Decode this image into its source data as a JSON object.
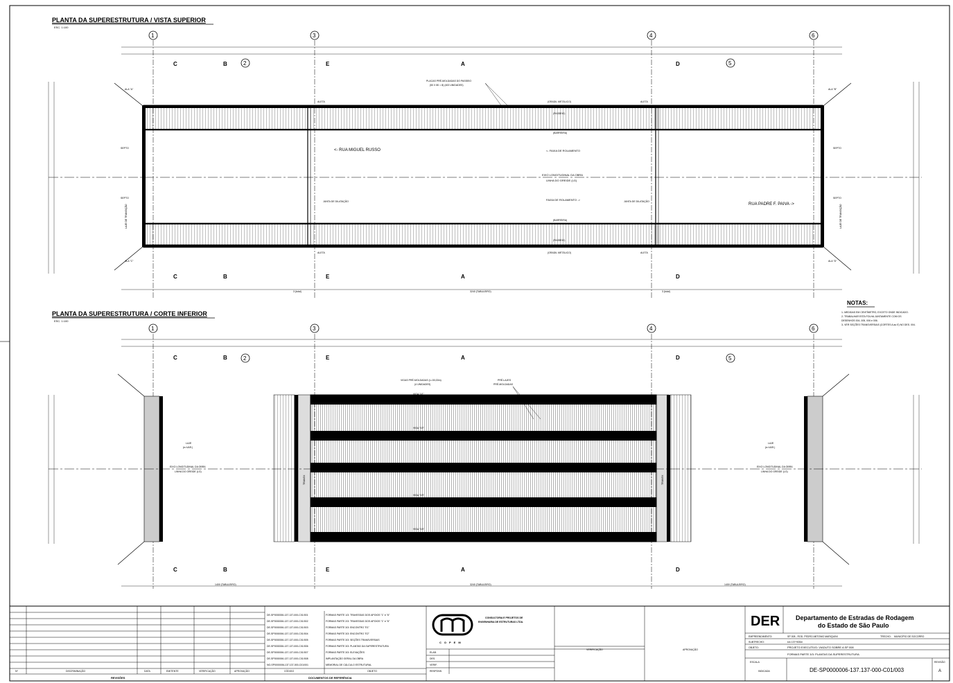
{
  "top_plan": {
    "title": "PLANTA DA SUPERESTRUTURA / VISTA SUPERIOR",
    "scale": "ESC. 1:100",
    "street_left": "<- RUA MIGUEL RUSSO",
    "street_right": "RUA PADRE F. PAIVA ->",
    "lane_left": "<- FAIXA DE ROLAMENTO",
    "lane_right": "FAIXA DE ROLAMENTO ->",
    "axis_label_1": "EIXO LONGITUDINAL DA OBRA",
    "axis_label_2": "LINHA DO GREIDE (LG)",
    "guard_top": "(GRADIL METÁLICO)",
    "guard_bottom": "(GRADIL METÁLICO)",
    "sidewalk_top": "(PASSEIO)",
    "sidewalk_bottom": "(PASSEIO)",
    "curb": "(BARREIRA)",
    "slab_note": "PLACAS PRÉ-MOLDADAS DO PASSEIO",
    "slab_note_2": "(50 X 80 = 8) (400 UNIDADES)",
    "joint": "JUNTA DE DILATAÇÃO",
    "septo": "SEPTO",
    "aleta": "ALETA",
    "wing_a": "ALA \"A\"",
    "wing_b": "ALA \"B\"",
    "wing_c": "ALA \"C\"",
    "wing_d": "ALA \"D\"",
    "laje_transicao": "LAJE DE TRANSIÇÃO",
    "span_label": "3 (total)",
    "span_main": "3240 (TABULEIRO)"
  },
  "bottom_plan": {
    "title": "PLANTA DA SUPERESTRUTURA / CORTE INFERIOR",
    "scale": "ESC. 1:100",
    "beam_note": "VIGAS PRÉ-MOLDADAS (L=30,00m)",
    "beam_note_2": "(4 UNIDADES)",
    "pre_slab": "PRÉ-LAJES",
    "pre_slab_2": "PRÉ-MOLDADAS",
    "beam_v1": "VIGA \"V1\"",
    "beam_v2": "VIGA \"V2\"",
    "beam_v3": "VIGA \"V3\"",
    "beam_v4": "VIGA \"V4\"",
    "laje_left": "LAJE",
    "laje_left_2": "(e=VAR.)",
    "transversina": "TRANSV.",
    "axis_label_1": "EIXO LONGITUDINAL DA OBRA",
    "axis_label_2": "LINHA DO GREIDE (LG)",
    "span_left": "1400 (TABULEIRO)",
    "span_mid": "3240 (TABULEIRO)",
    "span_right": "1400 (TABULEIRO)"
  },
  "grid_axes": [
    "1",
    "2",
    "3",
    "4",
    "5",
    "6"
  ],
  "section_marks": [
    "C",
    "B",
    "E",
    "A",
    "D"
  ],
  "notes": {
    "title": "NOTAS:",
    "items": [
      "1- MEDIDAS EM CENTÍMETRO, EXCETO ONDE INDICADO.",
      "2- TRABALHAR ESTA FOLHA JUNTAMENTE COM OS",
      "   DESENHOS 004, 005, 006 e 006.",
      "3- VER SEÇÕES TRANSVERSAIS (CORTES A ao E) NO DES. 004."
    ]
  },
  "title_block": {
    "revisions_header": "REVISÕES",
    "col_n": "Nº",
    "col_desc": "DISCRIMINAÇÃO",
    "col_data": "DATA",
    "col_emit": "EMITENTE",
    "col_verif": "VERIFICAÇÃO",
    "col_aprov": "APROVAÇÃO",
    "ref_header": "DOCUMENTOS DE REFERÊNCIA",
    "ref_code": "CÓDIGO",
    "ref_obj": "OBJETO",
    "refs": [
      {
        "code": "DE-SP0000006-137.137-000-C01/001",
        "obj": "FORMAS PARTE 1/3: TRAVESSAS DOS APOIOS \"1\" e \"6\""
      },
      {
        "code": "DE-SP0000006-137.137-000-C01/002",
        "obj": "FORMAS PARTE 2/3: TRAVESSAS DOS APOIOS \"1\" e \"6\""
      },
      {
        "code": "DE-SP0000006-137.137-000-C01/003",
        "obj": "FORMAS PARTE 3/3: ENCONTRO \"E1\""
      },
      {
        "code": "DE-SP0000006-137.137-000-C01/004",
        "obj": "FORMAS PARTE 3/3: ENCONTRO \"E2\""
      },
      {
        "code": "DE-SP0000006-137.137-000-C01/005",
        "obj": "FORMAS PARTE 3/3: SEÇÕES TRANSVERSAIS"
      },
      {
        "code": "DE-SP0000006-137.137-000-C01/006",
        "obj": "FORMAS PARTE 3/3: PLANTAS DA SUPERESTRUTURA"
      },
      {
        "code": "DE-SP0000006-137.137-000-C01/007",
        "obj": "FORMAS PARTE 3/3: ELEVAÇÕES"
      },
      {
        "code": "DE-SP0000006-137.137-000-C01/008",
        "obj": "IMPLANTAÇÃO GERAL DA OBRA"
      },
      {
        "code": "NO-SP0000006-137.137-000-C01/001",
        "obj": "MEMORIAL DE CÁLCULO ESTRUTURAL"
      }
    ],
    "company_logo": "COPEM",
    "company_name": "CONSULTORIA E PROJETOS DE",
    "company_name_2": "ENGENHARIA DE ESTRUTURAS LTDA.",
    "elab": "ELAB.",
    "des": "DES.",
    "verif": "VERIF.",
    "respons": "RESPONS.",
    "verificacao": "VERIFICAÇÃO",
    "aprovacao": "APROVAÇÃO",
    "der": "DER",
    "dept_1": "Departamento de Estradas de Rodagem",
    "dept_2": "do Estado de São Paulo",
    "empreendimento_label": "EMPREENDIMENTO:",
    "empreendimento": "SP 008 - ROD. PEDRO ABTONIO MARIQUINI",
    "municipio_label": "TRECHO:",
    "municipio": "MUNICÍPIO DE SOCORRO",
    "subtrecho_label": "SUBTRECHO:",
    "subtrecho": "km 137+500m",
    "objeto_label": "OBJETO:",
    "objeto": "PROJETO EXECUTIVO: VIADUTO SOBRE A SP 008",
    "objeto_2": "FORMAS PARTE 3/3: PLANTAS DA SUPERESTRUTURA",
    "escala_label": "ESCALA",
    "escala": "INDICADA",
    "doc_number": "DE-SP0000006-137.137-000-C01/003",
    "revisao_label": "REVISÃO",
    "revisao": "A"
  }
}
